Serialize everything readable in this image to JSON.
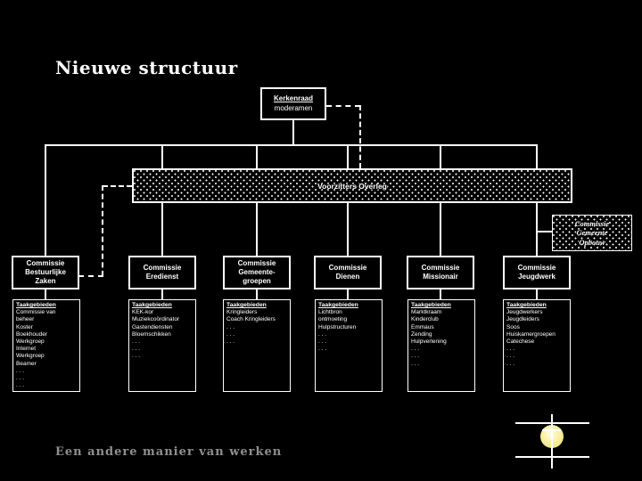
{
  "colors": {
    "background": "#000000",
    "line": "#ffffff",
    "text": "#ffffff",
    "caption_text": "#8f8f8f",
    "sun_fill": "#f3ea82"
  },
  "title": "Nieuwe structuur",
  "caption": "Een andere manier van werken",
  "kerkenraad": {
    "title": "Kerkenraad",
    "subtitle": "moderamen"
  },
  "voorzitters_label": "Voorzitters Overleg",
  "opbouw_lines": [
    "Commissie",
    "Gemeente",
    "Opbouw"
  ],
  "tasks_heading": "Taakgebieden",
  "commissions": [
    {
      "name_lines": [
        "Commissie",
        "Bestuurlijke",
        "Zaken"
      ],
      "task_lines": [
        "Commissie van",
        "beheer",
        "Koster",
        "Boekhouder",
        "Werkgroep",
        "Internet",
        "Werkgroep",
        "Beamer",
        ". . .",
        ". . .",
        ". . ."
      ]
    },
    {
      "name_lines": [
        "Commissie",
        "Eredienst"
      ],
      "task_lines": [
        "KEK-kor",
        "Muziekcoördinator",
        "Gastendiensten",
        "Bloemschikken",
        ". . .",
        ". . .",
        ". . ."
      ]
    },
    {
      "name_lines": [
        "Commissie",
        "Gemeente-",
        "groepen"
      ],
      "task_lines": [
        "Kringleiders",
        "Coach Kringleiders",
        ". . .",
        ". . .",
        ". . ."
      ]
    },
    {
      "name_lines": [
        "Commissie",
        "Dienen"
      ],
      "task_lines": [
        "Lichtbron",
        "ontmoeting",
        "Hulpstructuren",
        ". . .",
        ". . .",
        ". . ."
      ]
    },
    {
      "name_lines": [
        "Commissie",
        "Missionair"
      ],
      "task_lines": [
        "Marktkraam",
        "Kinderclub",
        "Emmaus",
        "Zending",
        "Hulpverlening",
        ". . .",
        ". . .",
        ". . ."
      ]
    },
    {
      "name_lines": [
        "Commissie",
        "Jeugdwerk"
      ],
      "task_lines": [
        "Jeugdwerkers",
        "Jeugdleiders",
        "Soos",
        "Huiskamergroepen",
        "Catechese",
        ". . .",
        ". . .",
        ". . ."
      ]
    }
  ]
}
